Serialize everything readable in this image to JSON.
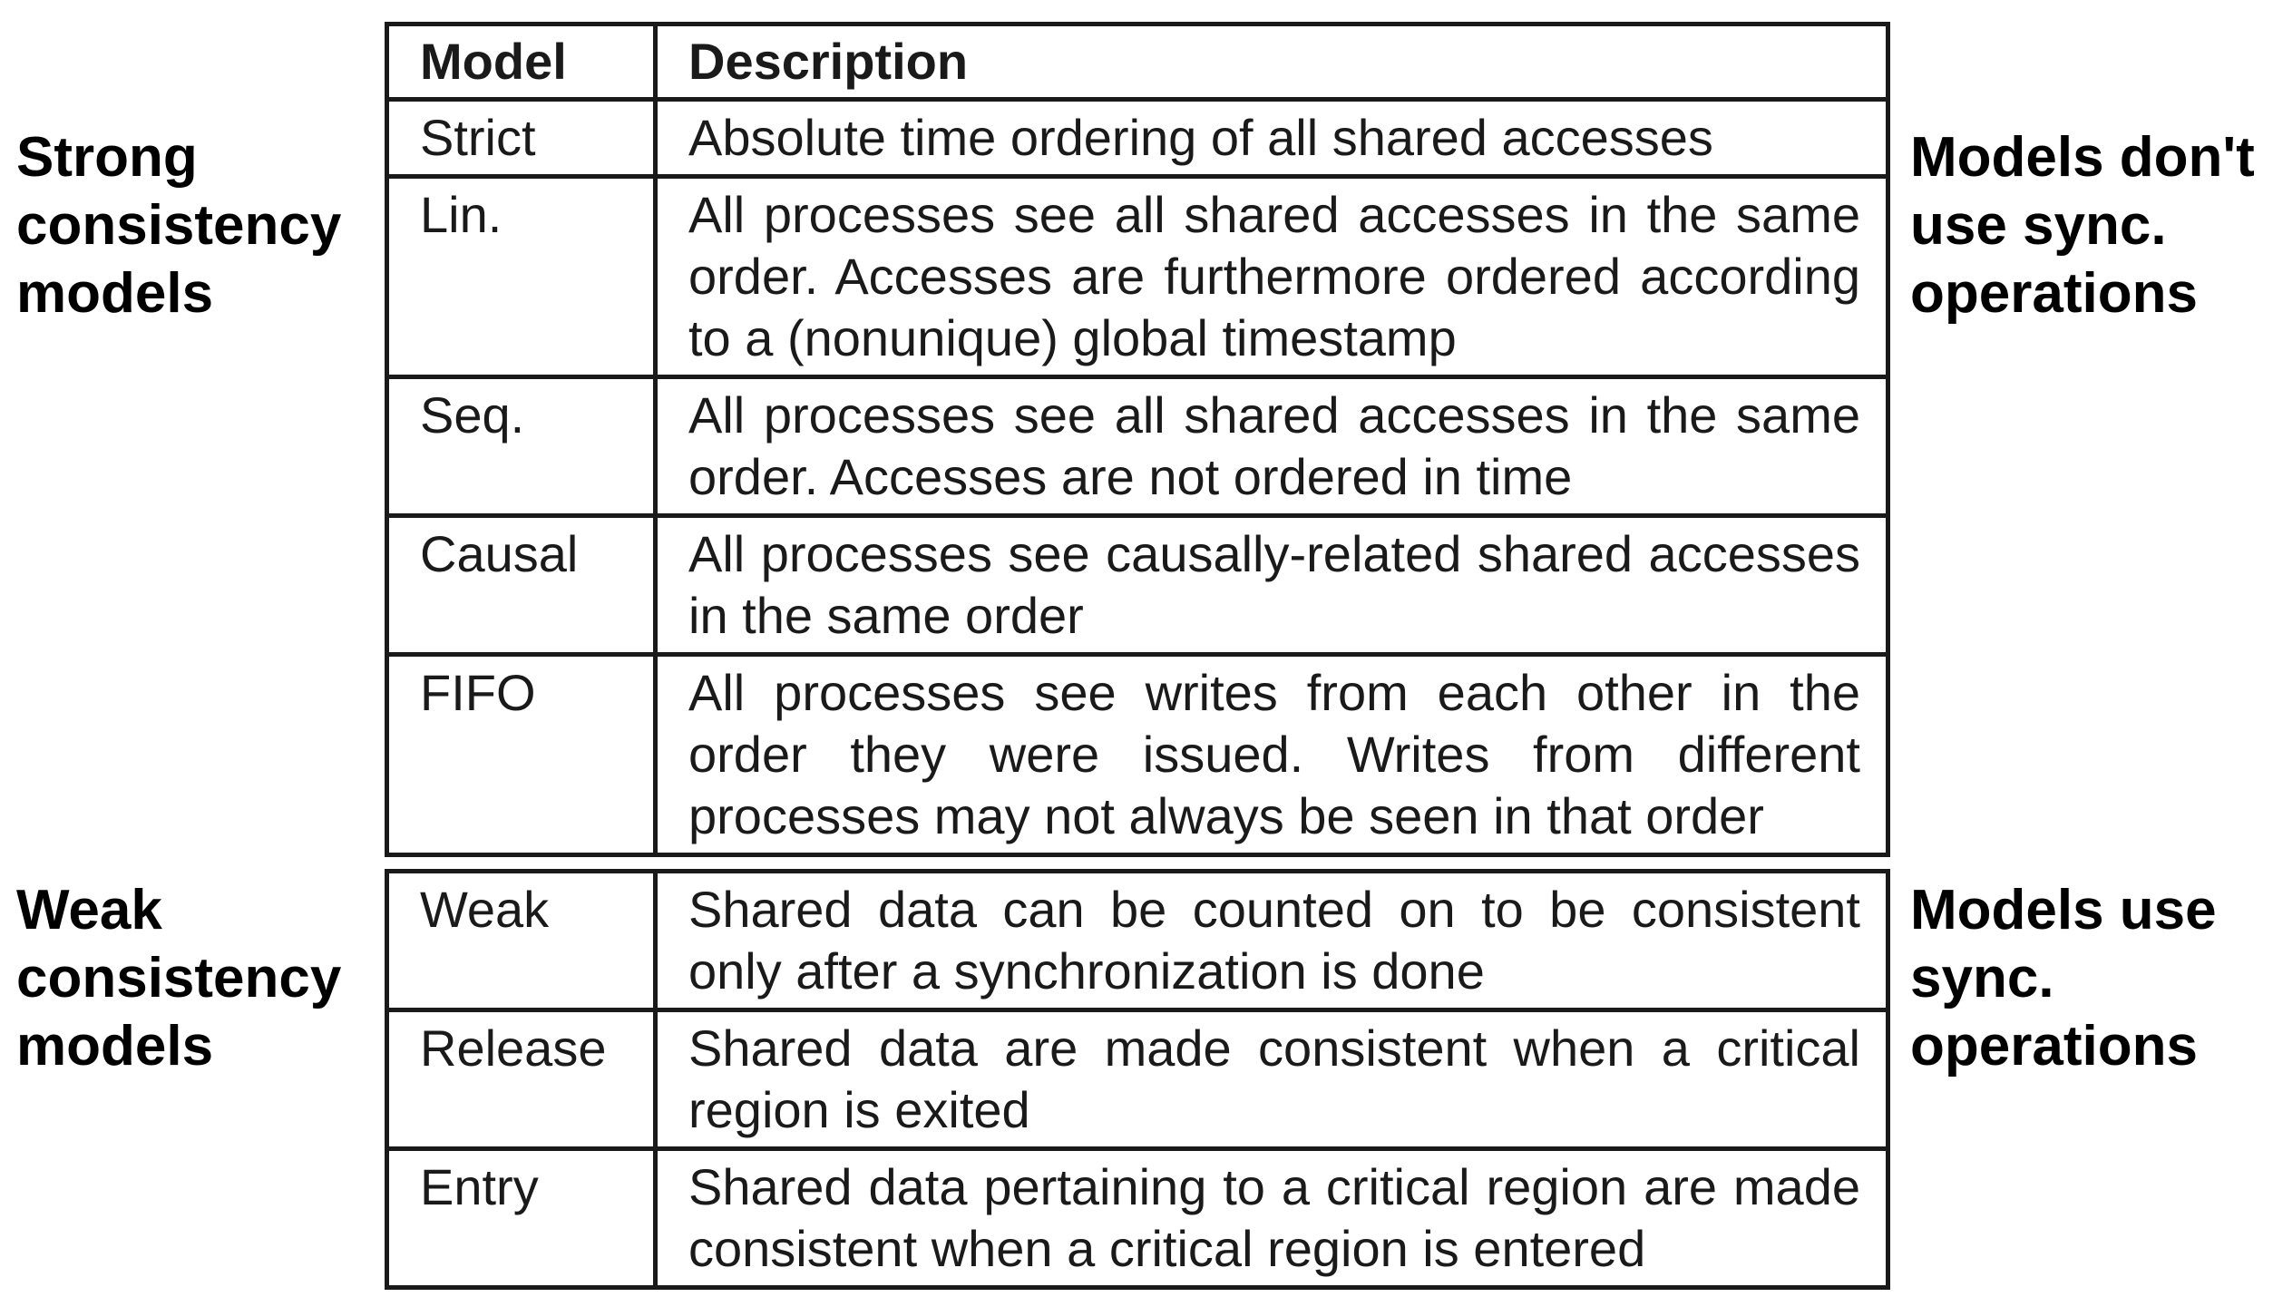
{
  "labels": {
    "strong": "Strong consistency models",
    "weak": "Weak consistency models",
    "no_sync": "Models don't use sync. operations",
    "sync": "Models use sync. operations"
  },
  "label_lines": {
    "strong": [
      "Strong",
      "consistency",
      "models"
    ],
    "weak": [
      "Weak",
      "consistency",
      "models"
    ],
    "no_sync": [
      "Models don't",
      "use sync.",
      "operations"
    ],
    "sync": [
      "Models use",
      "sync.",
      "operations"
    ]
  },
  "table": {
    "headers": [
      "Model",
      "Description"
    ],
    "strong_rows": [
      {
        "model": "Strict",
        "description": "Absolute time ordering of all shared accesses"
      },
      {
        "model": "Lin.",
        "description": "All processes see all shared accesses in the same order.  Accesses are furthermore ordered according to a (nonunique) global timestamp"
      },
      {
        "model": "Seq.",
        "description": "All processes see all shared accesses in the same order. Accesses are not ordered in time"
      },
      {
        "model": "Causal",
        "description": "All processes see causally-related shared accesses in the same order"
      },
      {
        "model": "FIFO",
        "description": "All processes see writes from each other in the order they were issued. Writes from different processes may not always be seen in that order"
      }
    ],
    "weak_rows": [
      {
        "model": "Weak",
        "description": "Shared data can be counted on to be consistent only after a synchronization is done"
      },
      {
        "model": "Release",
        "description": "Shared data are made consistent when a critical region is exited"
      },
      {
        "model": "Entry",
        "description": "Shared data pertaining to a critical region are made consistent when a critical region is entered"
      }
    ]
  }
}
